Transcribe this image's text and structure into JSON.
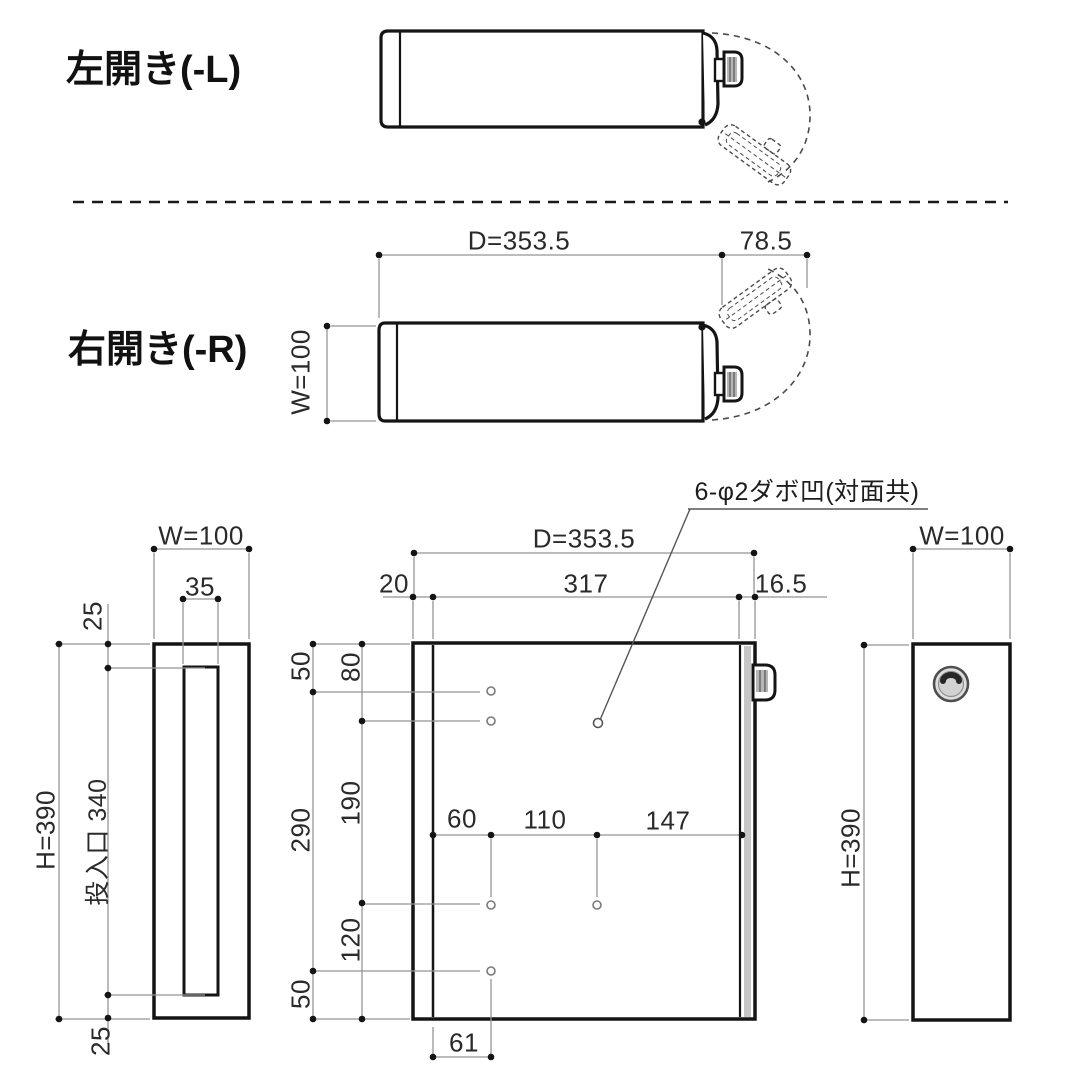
{
  "colors": {
    "line": "#141414",
    "dim_line": "#949494",
    "accent_gray": "#c6c6c6",
    "knob_gray": "#b6b6b6"
  },
  "top_section": {
    "title": "左開き(-L)"
  },
  "mid_section": {
    "title": "右開き(-R)",
    "depth": "D=353.5",
    "swing": "78.5",
    "width": "W=100"
  },
  "callout": {
    "label": "6-φ2ダボ凹(対面共)"
  },
  "side_left": {
    "width": "W=100",
    "slot_width": "35",
    "top_offset": "25",
    "height": "H=390",
    "slot_label": "投入口 340",
    "bottom_offset": "25"
  },
  "front": {
    "depth": "D=353.5",
    "left_offset": "20",
    "inner_width": "317",
    "right_offset": "16.5",
    "outer_top": "50",
    "inner_top": "80",
    "outer_mid": "290",
    "inner_mid": "190",
    "inner_bottom": "120",
    "outer_bottom": "50",
    "h60": "60",
    "h110": "110",
    "h147": "147",
    "b61": "61"
  },
  "side_right": {
    "width": "W=100",
    "height": "H=390"
  }
}
